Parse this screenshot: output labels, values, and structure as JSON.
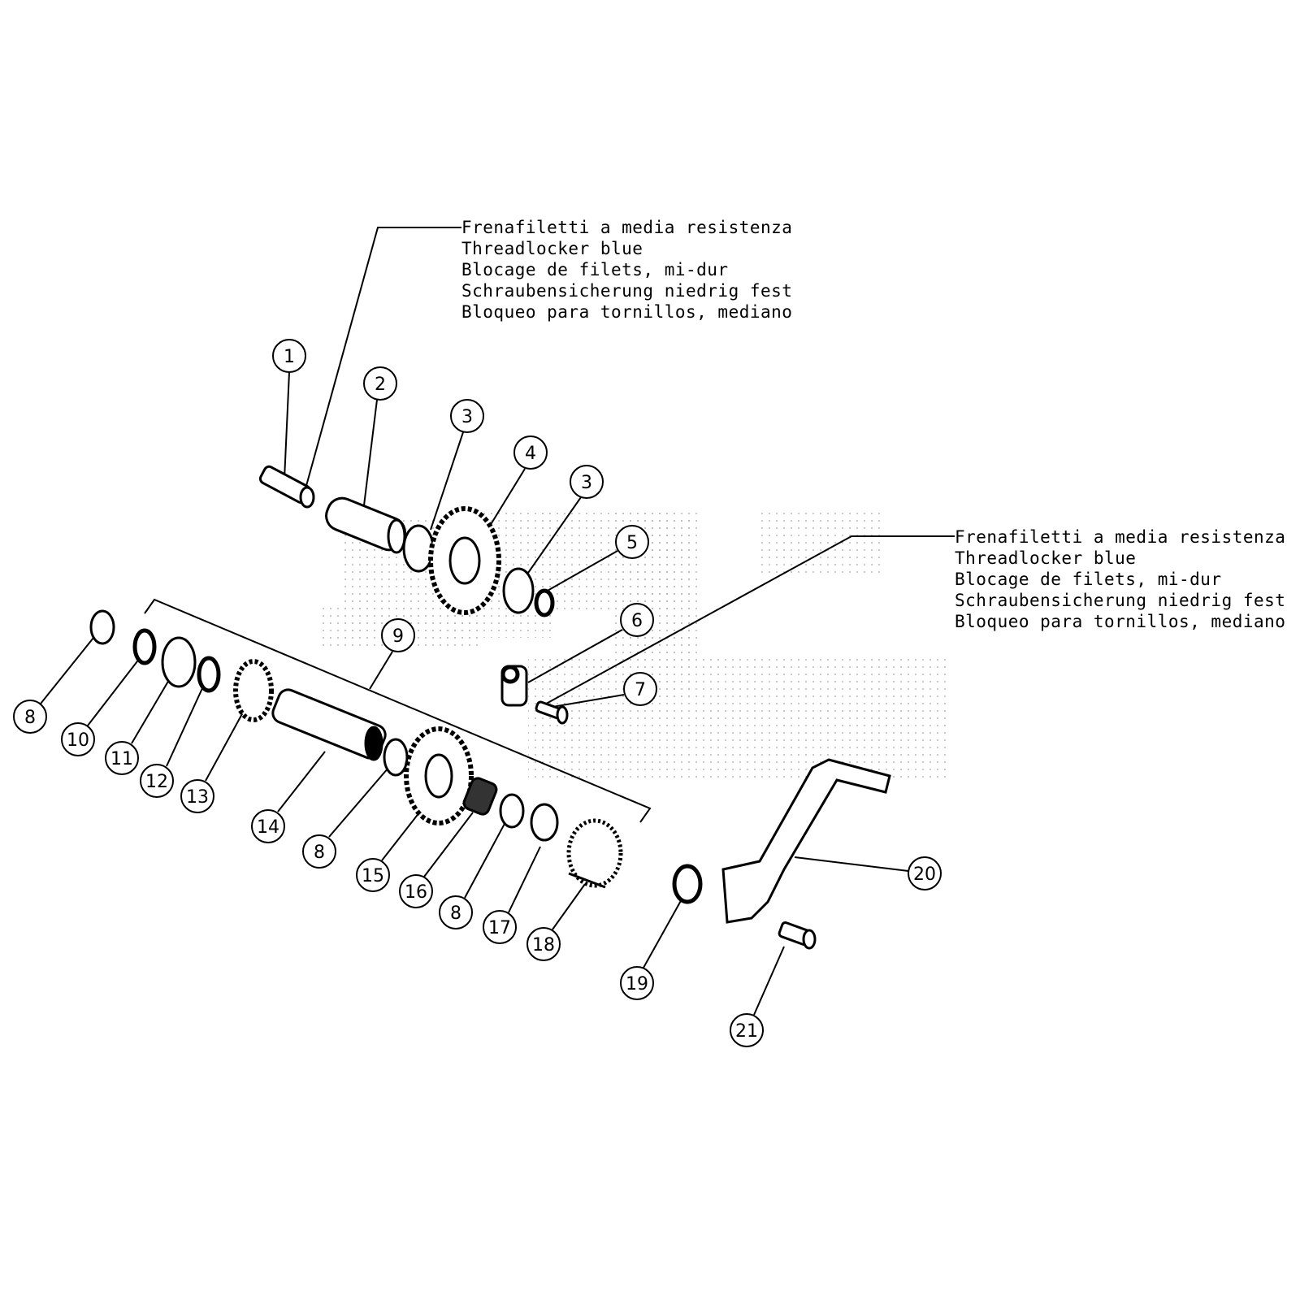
{
  "notes": [
    {
      "lines": [
        "Frenafiletti a media resistenza",
        "Threadlocker blue",
        "Blocage de filets, mi-dur",
        "Schraubensicherung niedrig fest",
        "Bloqueo para tornillos, mediano"
      ]
    },
    {
      "lines": [
        "Frenafiletti a media resistenza",
        "Threadlocker blue",
        "Blocage de filets, mi-dur",
        "Schraubensicherung niedrig fest",
        "Bloqueo para tornillos, mediano"
      ]
    }
  ],
  "callouts": [
    {
      "label": "1"
    },
    {
      "label": "2"
    },
    {
      "label": "3"
    },
    {
      "label": "4"
    },
    {
      "label": "3"
    },
    {
      "label": "5"
    },
    {
      "label": "6"
    },
    {
      "label": "7"
    },
    {
      "label": "8"
    },
    {
      "label": "9"
    },
    {
      "label": "10"
    },
    {
      "label": "11"
    },
    {
      "label": "12"
    },
    {
      "label": "13"
    },
    {
      "label": "14"
    },
    {
      "label": "8"
    },
    {
      "label": "15"
    },
    {
      "label": "16"
    },
    {
      "label": "8"
    },
    {
      "label": "17"
    },
    {
      "label": "18"
    },
    {
      "label": "19"
    },
    {
      "label": "20"
    },
    {
      "label": "21"
    }
  ],
  "colors": {
    "line": "#000000",
    "watermark": "#b0b0b0"
  }
}
